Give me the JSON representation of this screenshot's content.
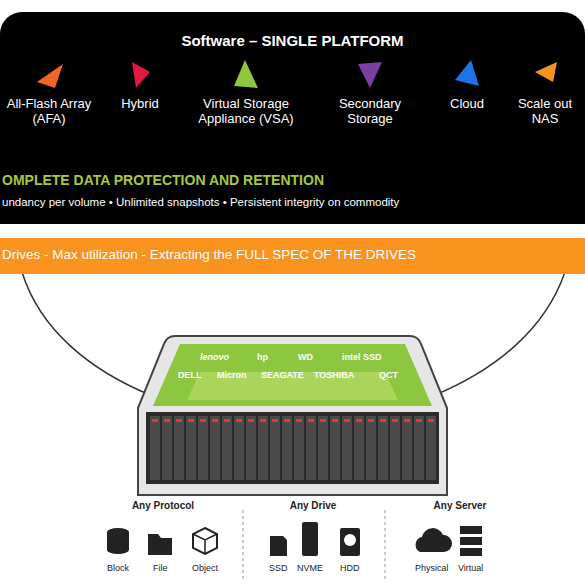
{
  "diagram": {
    "nodes": [
      {
        "text": [
          "Software – SINGLE PLATFORM"
        ]
      },
      {
        "text": [
          "All-Flash Array (AFA)"
        ],
        "in": 0
      },
      {
        "text": [
          "Hybrid"
        ],
        "in": 0
      },
      {
        "text": [
          "Virtual Storage Appliance (VSA)"
        ],
        "in": 0
      },
      {
        "text": [
          "Secondary Storage"
        ],
        "in": 0
      },
      {
        "text": [
          "Cloud"
        ],
        "in": 0
      },
      {
        "text": [
          "Scale out NAS"
        ],
        "in": 0
      },
      {
        "text": [
          "OMPLETE DATA PROTECTION AND RETENTION",
          "undancy per volume • Unlimited snapshots • Persistent integrity on commodity"
        ]
      },
      {
        "text": [
          "Drives - Max utilization - Extracting the FULL SPEC OF THE DRIVES"
        ]
      },
      {
        "text": [
          "Any Protocol"
        ]
      },
      {
        "text": [
          "Any Drive"
        ]
      },
      {
        "text": [
          "Any Server"
        ]
      }
    ],
    "labels": [
      "lenovo",
      "hp",
      "WD",
      "intel SSD",
      "DELL",
      "Micron",
      "SEAGATE",
      "TOSHIBA",
      "QCT",
      "Block",
      "File",
      "Object",
      "SSD",
      "NVME",
      "HDD",
      "Physical",
      "Virtual"
    ]
  }
}
